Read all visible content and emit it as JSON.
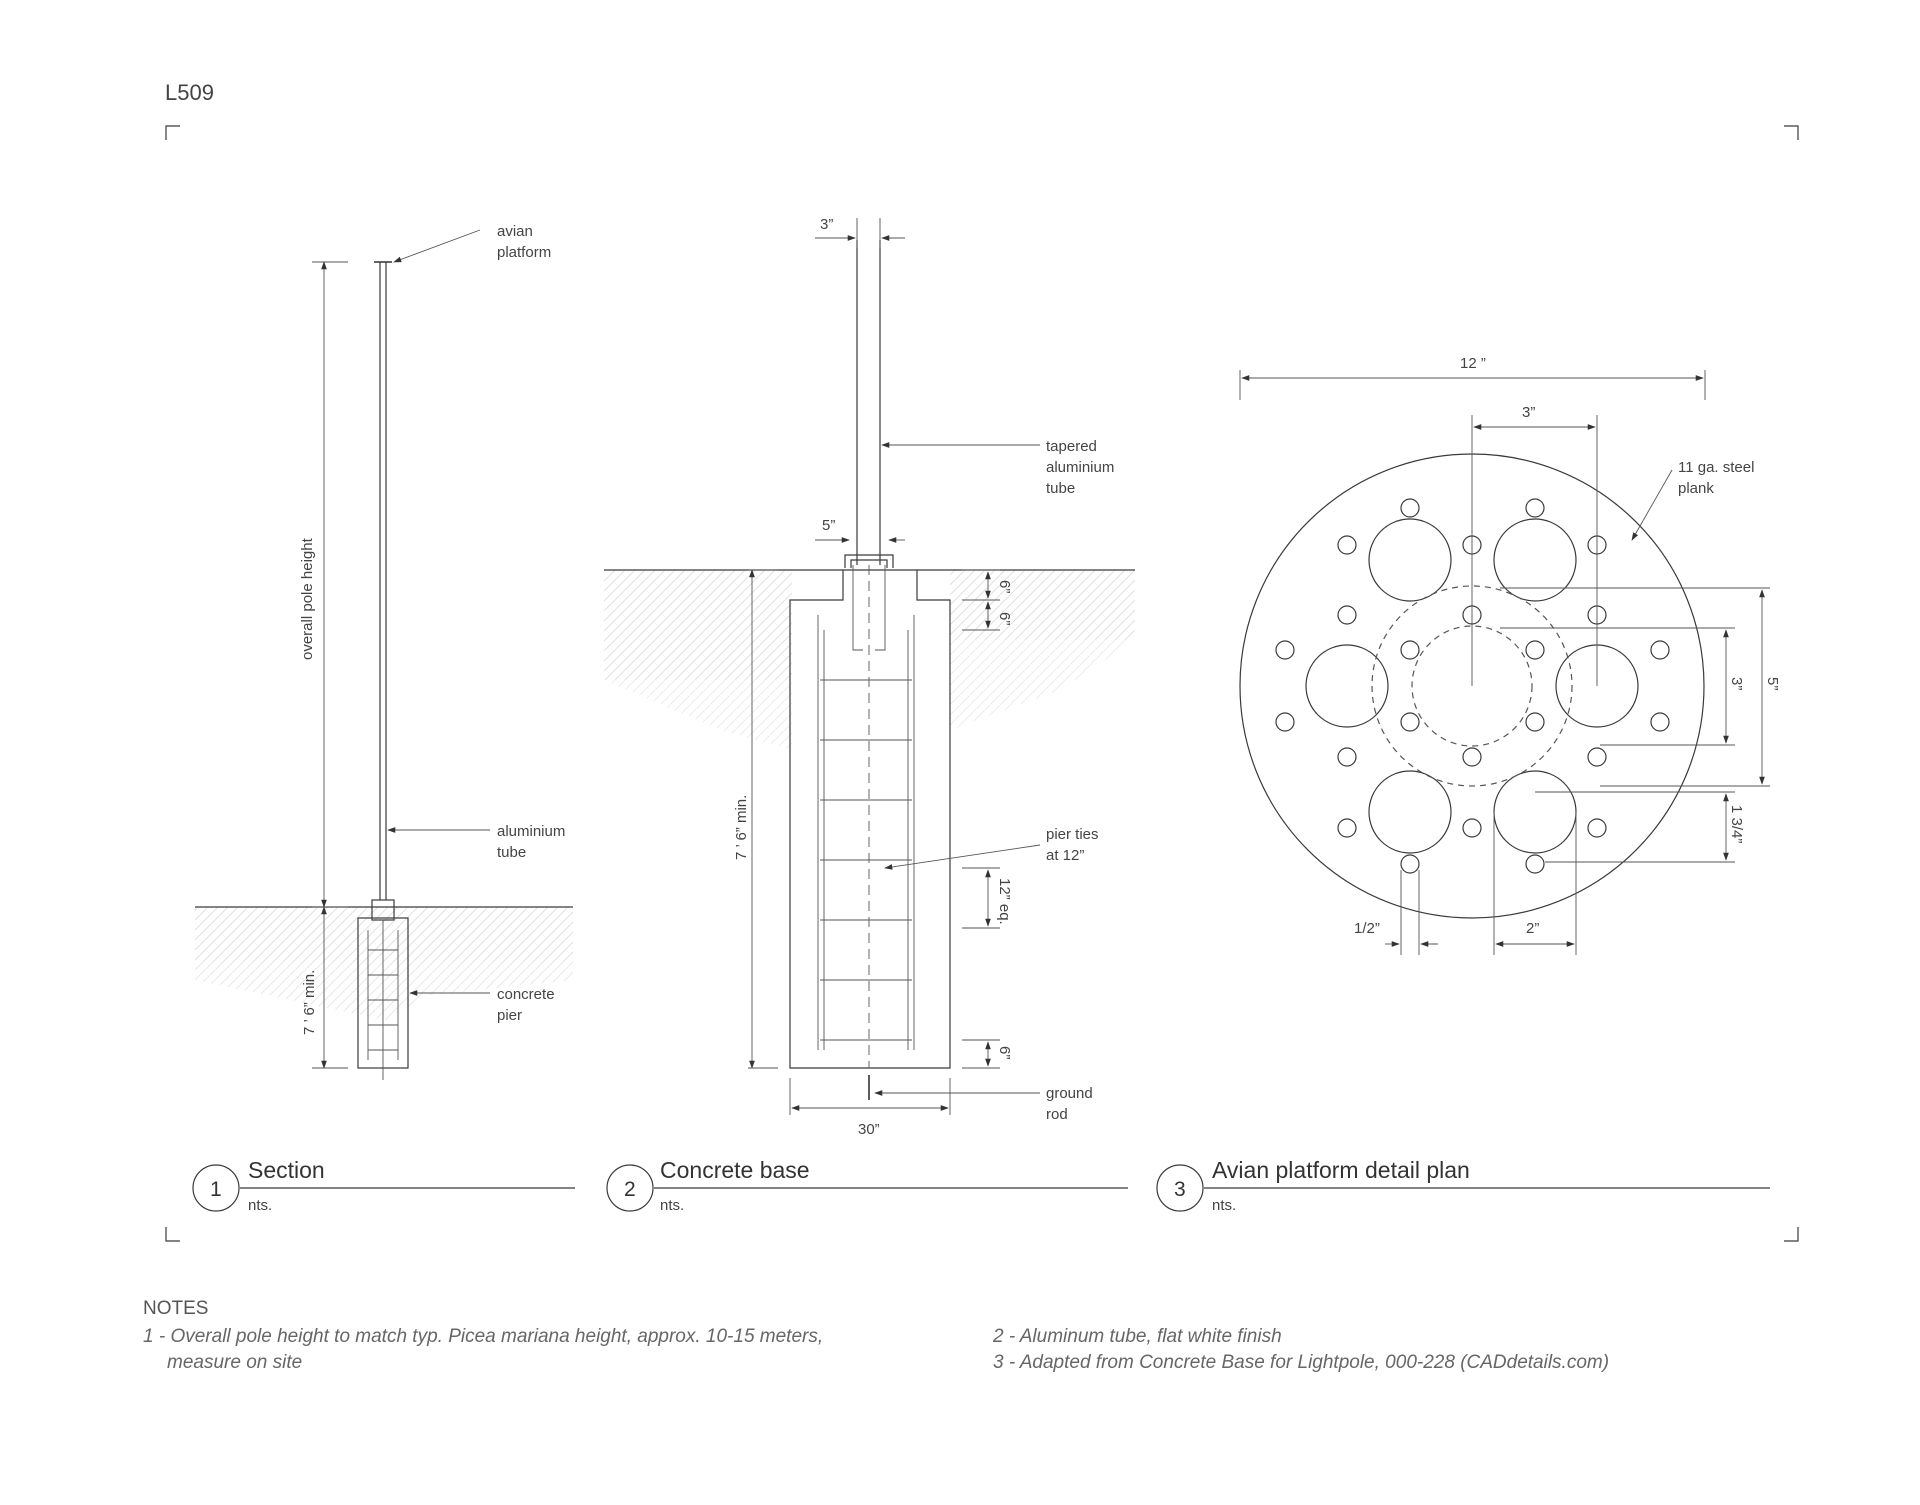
{
  "sheet_id": "L509",
  "details": [
    {
      "number": "1",
      "title": "Section",
      "scale": "nts."
    },
    {
      "number": "2",
      "title": "Concrete base",
      "scale": "nts."
    },
    {
      "number": "3",
      "title": "Avian platform detail plan",
      "scale": "nts."
    }
  ],
  "section": {
    "avian_platform_1": "avian",
    "avian_platform_2": "platform",
    "overall_pole_height": "overall pole height",
    "aluminium_tube_1": "aluminium",
    "aluminium_tube_2": "tube",
    "depth": "7 ’ 6” min.",
    "concrete_pier_1": "concrete",
    "concrete_pier_2": "pier"
  },
  "base": {
    "tube_dia": "3”",
    "sleeve_width": "5”",
    "tapered_1": "tapered",
    "tapered_2": "aluminium",
    "tapered_3": "tube",
    "dim_6a": "6”",
    "dim_6b": "6”",
    "depth": "7 ’ 6” min.",
    "pier_ties_1": "pier ties",
    "pier_ties_2": "at 12”",
    "spacing": "12” eq.",
    "dim_6c": "6”",
    "ground_rod_1": "ground",
    "ground_rod_2": "rod",
    "width": "30”"
  },
  "platform": {
    "diameter": "12 ”",
    "inner": "3”",
    "steel_1": "11 ga. steel",
    "steel_2": "plank",
    "dim_3": "3”",
    "dim_5": "5”",
    "dim_134": "1 3/4”",
    "dim_half": "1/2”",
    "dim_2": "2”"
  },
  "notes": {
    "heading": "NOTES",
    "n1_line1": "1 - Overall pole height to match typ. Picea mariana height, approx. 10-15 meters,",
    "n1_line2": "measure on site",
    "n2": "2 - Aluminum tube, flat white finish",
    "n3": "3 - Adapted from Concrete Base for Lightpole, 000-228 (CADdetails.com)"
  }
}
